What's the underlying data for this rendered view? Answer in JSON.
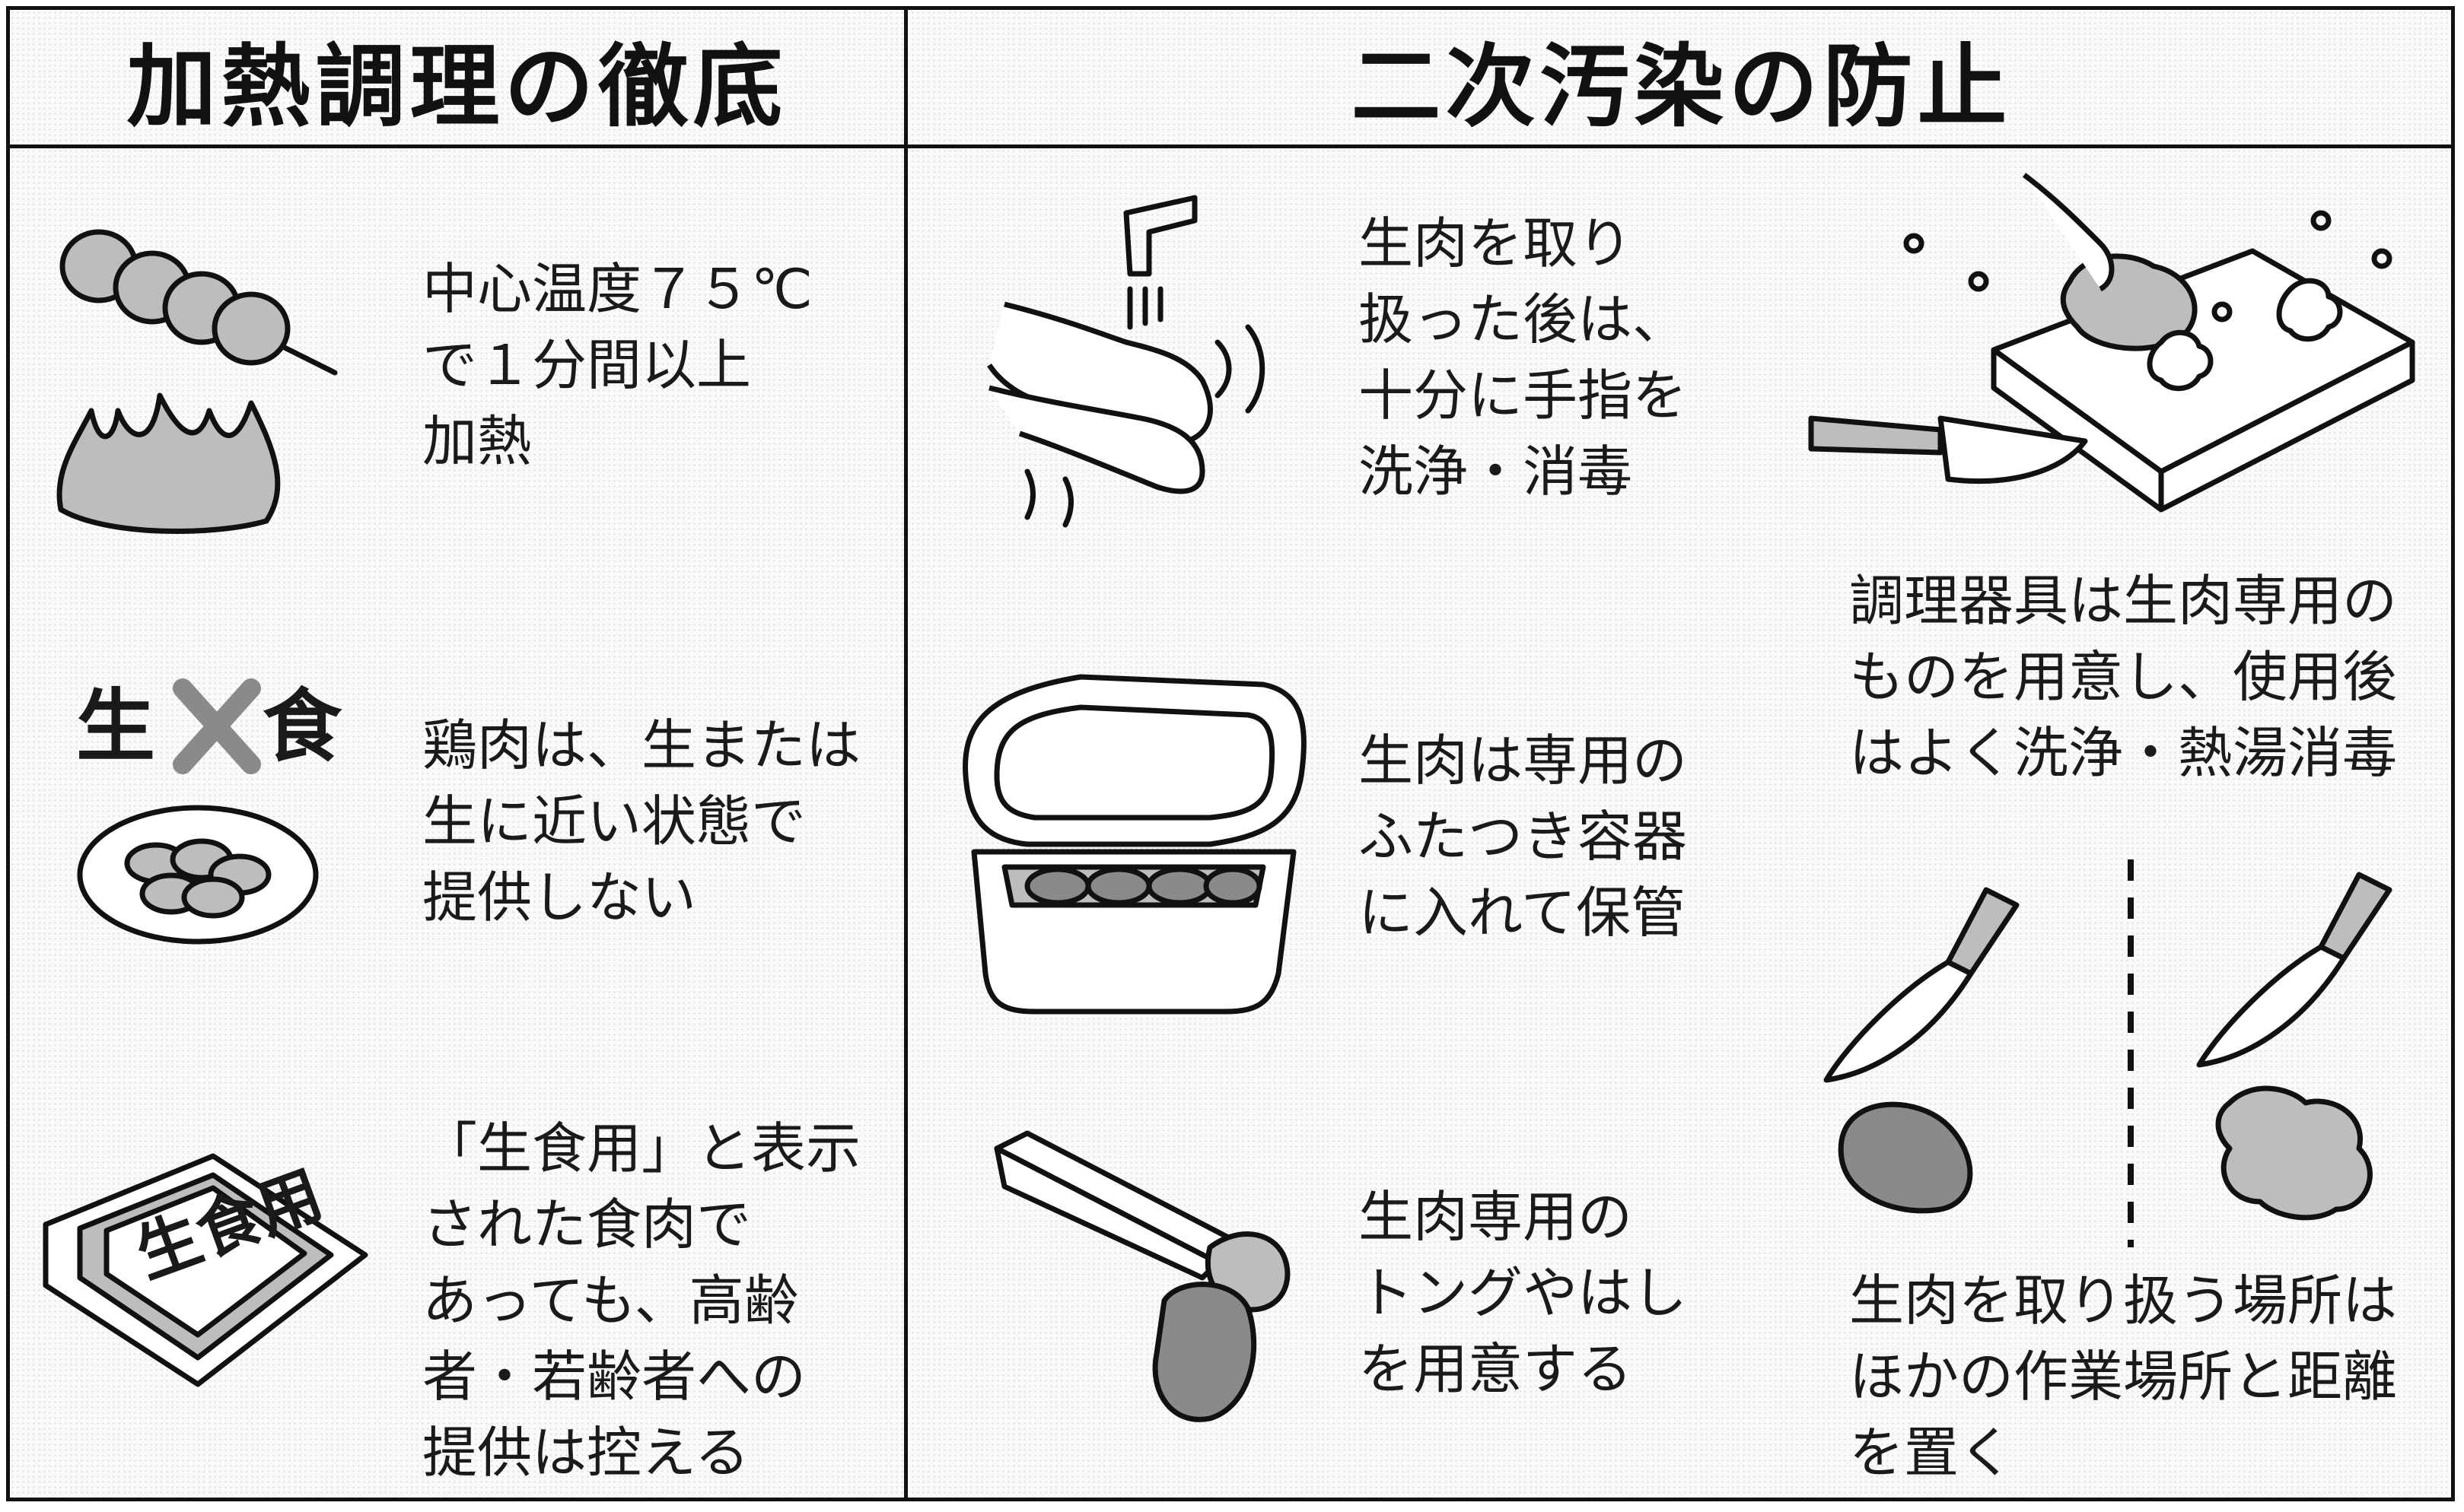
{
  "headings": {
    "left": "加熱調理の徹底",
    "right": "二次汚染の防止"
  },
  "left_column": [
    {
      "icon": "skewer-over-flame-icon",
      "caption": "中心温度７５℃\nで１分間以上\n加熱"
    },
    {
      "icon": "raw-food-forbidden-icon",
      "label_left": "生",
      "label_right": "食",
      "caption": "鶏肉は、生または\n生に近い状態で\n提供しない"
    },
    {
      "icon": "raw-food-pack-icon",
      "pack_label": "生食用",
      "caption": "「生食用」と表示\nされた食肉で\nあっても、高齢\n者・若齢者への\n提供は控える"
    }
  ],
  "right_column": [
    {
      "icon": "hand-washing-icon",
      "caption": "生肉を取り\n扱った後は、\n十分に手指を\n洗浄・消毒"
    },
    {
      "icon": "cutting-board-icon",
      "caption": "調理器具は生肉専用の\nものを用意し、使用後\nはよく洗浄・熱湯消毒"
    },
    {
      "icon": "lidded-container-icon",
      "caption": "生肉は専用の\nふたつき容器\nに入れて保管"
    },
    {
      "icon": "tongs-icon",
      "caption": "生肉専用の\nトングやはし\nを用意する"
    },
    {
      "icon": "separate-knives-icon",
      "caption": "生肉を取り扱う場所は\nほかの作業場所と距離\nを置く"
    }
  ]
}
